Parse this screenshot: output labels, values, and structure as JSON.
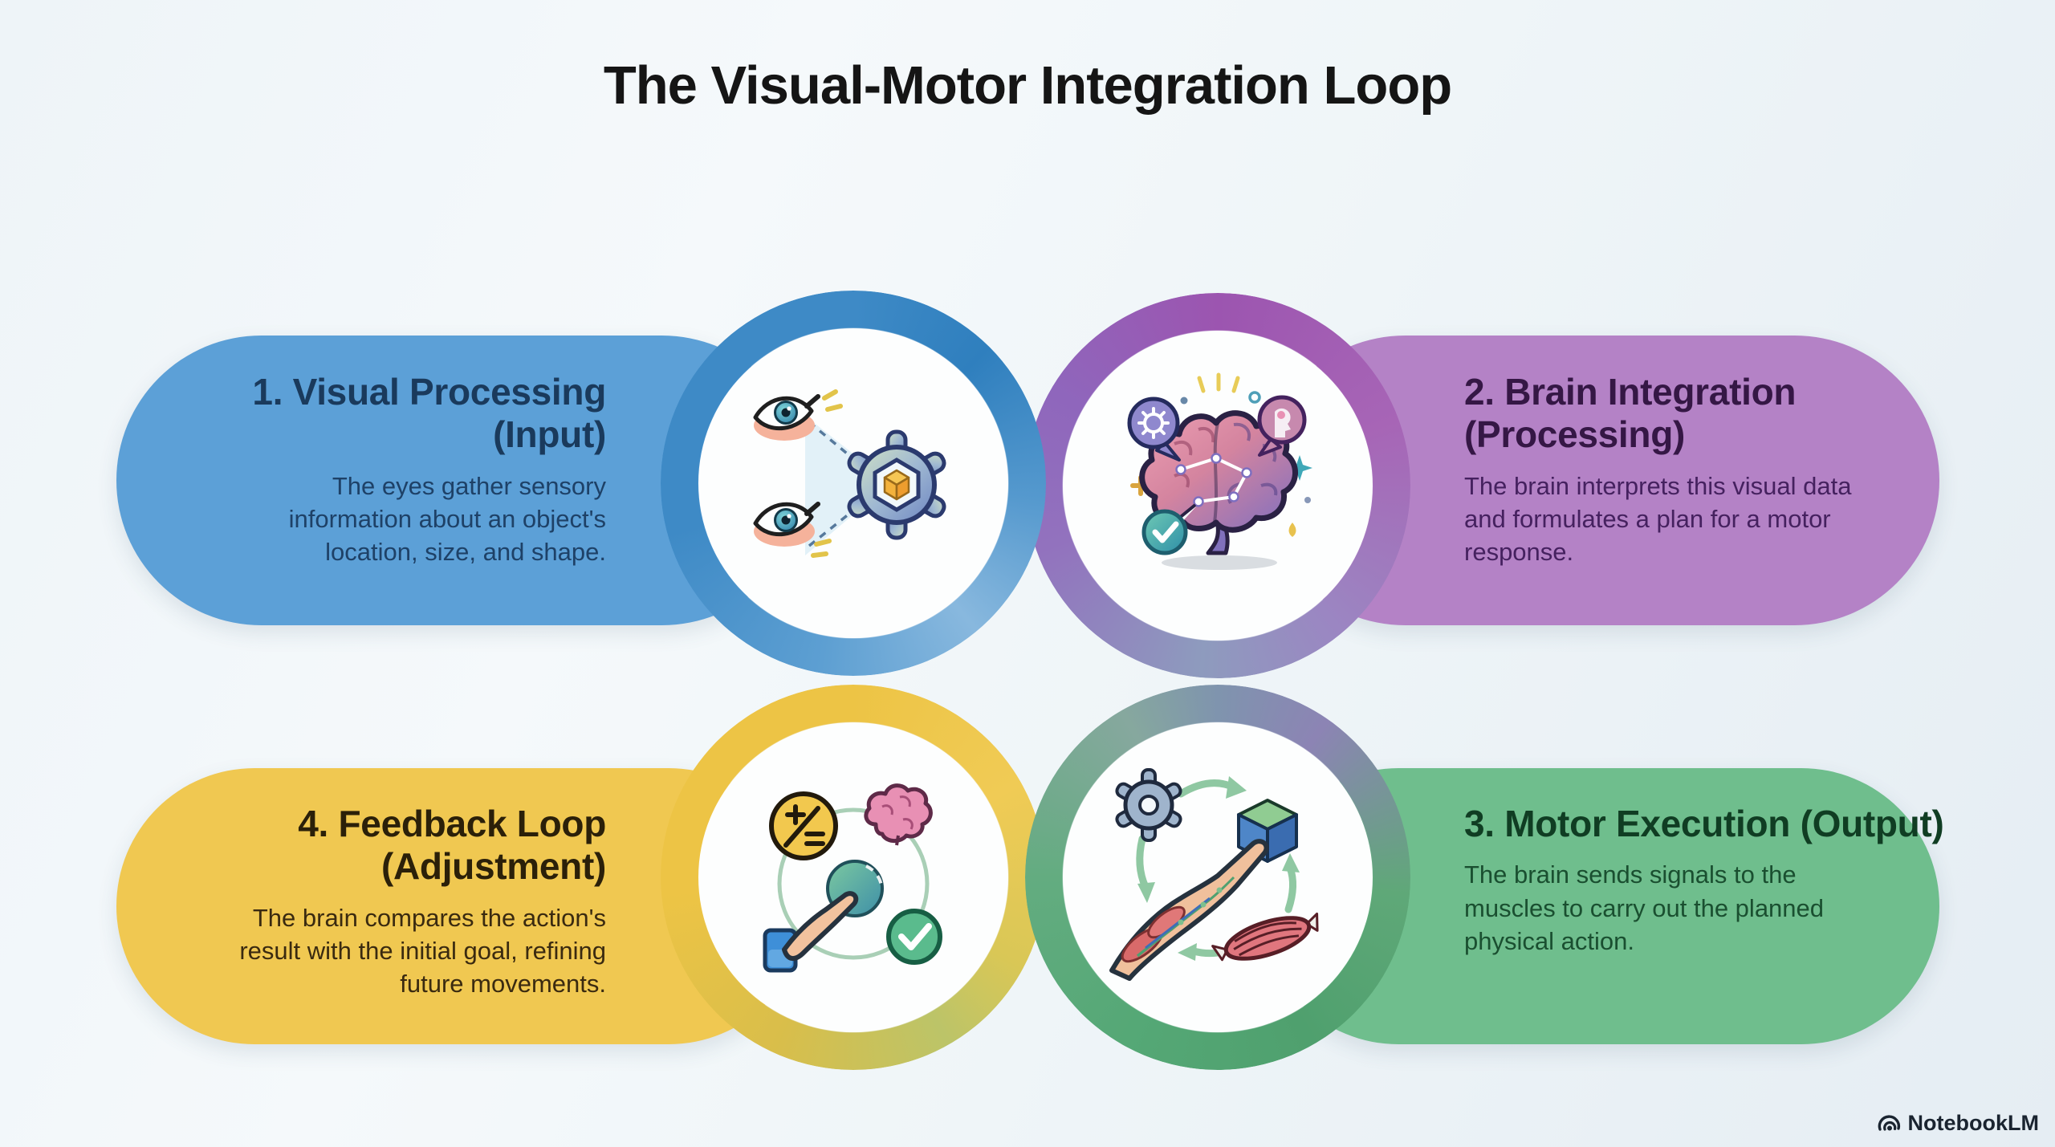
{
  "title": "The Visual-Motor Integration Loop",
  "brand": {
    "name": "NotebookLM"
  },
  "palette": {
    "background": "#EDF3F7",
    "title_color": "#151515"
  },
  "sections": [
    {
      "id": "visual-processing",
      "order": 1,
      "heading": "1. Visual Processing (Input)",
      "body": "The eyes gather sensory information about an object's location, size, and shape.",
      "pill_color": "#5CA0D7",
      "ring_color": "#3E8AC6",
      "heading_color": "#1A3A5C",
      "icon": "eyes-object-icon",
      "text_align": "right"
    },
    {
      "id": "brain-integration",
      "order": 2,
      "heading": "2. Brain Integration (Processing)",
      "body": "The brain interprets this visual data and formulates a plan for a motor response.",
      "pill_color": "#B482C6",
      "ring_color": "#9C55B0",
      "heading_color": "#351745",
      "icon": "brain-network-icon",
      "text_align": "left"
    },
    {
      "id": "motor-execution",
      "order": 3,
      "heading": "3. Motor Execution (Output)",
      "body": "The brain sends signals to the muscles to carry out the planned physical action.",
      "pill_color": "#6FBE8D",
      "ring_color": "#4FA06E",
      "heading_color": "#103D23",
      "icon": "hand-cube-muscle-icon",
      "text_align": "left"
    },
    {
      "id": "feedback-loop",
      "order": 4,
      "heading": "4. Feedback Loop (Adjustment)",
      "body": "The brain compares the action's result with the initial goal, refining future movements.",
      "pill_color": "#F0C851",
      "ring_color": "#EDC445",
      "heading_color": "#2B2009",
      "icon": "hand-button-check-icon",
      "text_align": "right"
    }
  ]
}
